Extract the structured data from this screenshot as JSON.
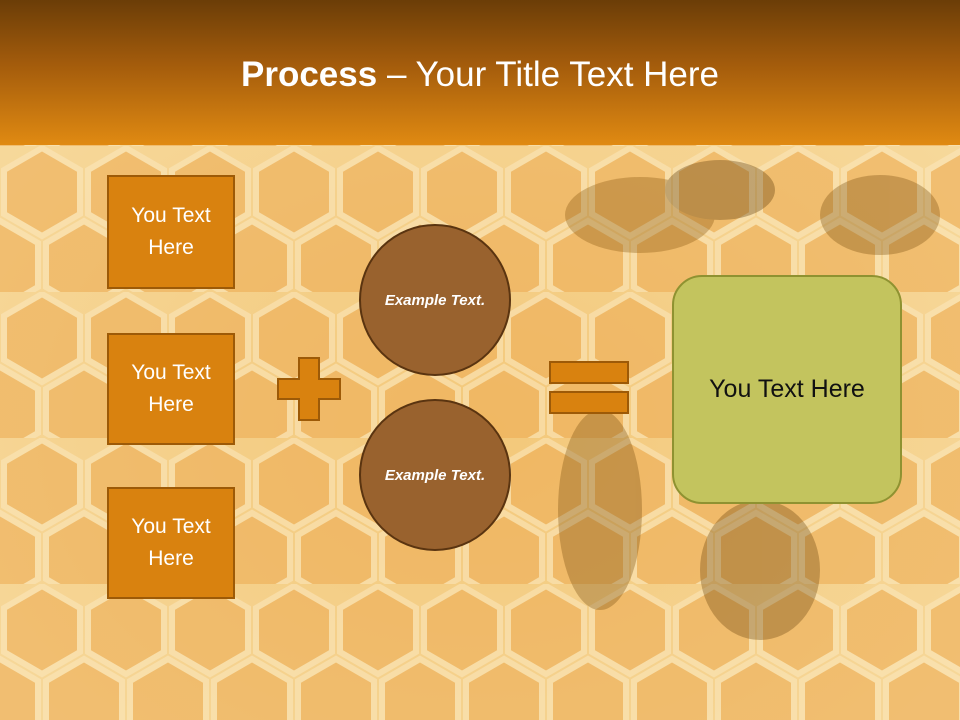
{
  "slide": {
    "title_bold": "Process",
    "title_rest": " – Your Title Text Here"
  },
  "inputs": [
    {
      "label": "You Text Here"
    },
    {
      "label": "You Text Here"
    },
    {
      "label": "You Text Here"
    }
  ],
  "operands": [
    {
      "label": "Example Text."
    },
    {
      "label": "Example Text."
    }
  ],
  "result": {
    "label": "You Text Here"
  },
  "colors": {
    "header_top": "#6b3d07",
    "header_bottom": "#e08a12",
    "box_fill": "#d9820f",
    "circle_fill": "#99622e",
    "result_fill": "#c3c45e"
  },
  "icons": {
    "plus": "plus-icon",
    "equals": "equals-icon"
  }
}
